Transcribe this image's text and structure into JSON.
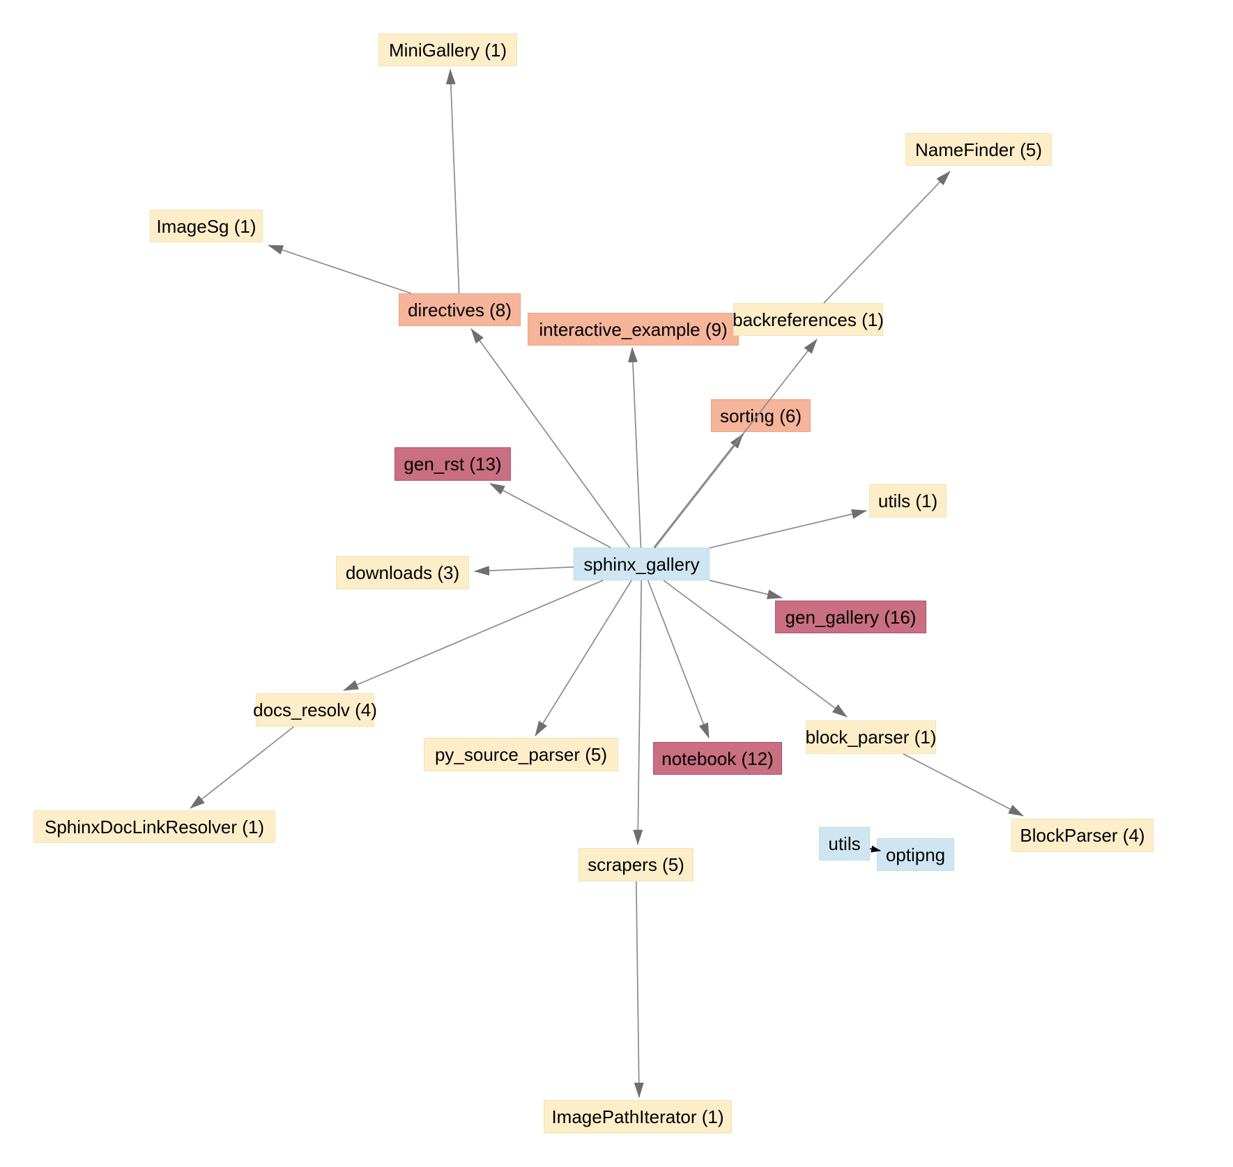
{
  "diagram": {
    "type": "dependency-graph",
    "background": "#ffffff",
    "edge_color": "#8b8b8b",
    "arrow_color": "#6f6f6f",
    "black_arrow_color": "#000000",
    "node_text_color": "#000000",
    "node_styles": {
      "blue": {
        "fill": "#cfe6f2",
        "border": "#bedbe9"
      },
      "cream": {
        "fill": "#fdeeca",
        "border": "#f4e2b0"
      },
      "salmon": {
        "fill": "#f6b49a",
        "border": "#eda183"
      },
      "maroon": {
        "fill": "#c96f81",
        "border": "#ae5068"
      }
    },
    "nodes": [
      {
        "id": "sphinx_gallery",
        "label": "sphinx_gallery",
        "style": "blue"
      },
      {
        "id": "mini_gallery",
        "label": "MiniGallery (1)",
        "style": "cream"
      },
      {
        "id": "image_sg",
        "label": "ImageSg (1)",
        "style": "cream"
      },
      {
        "id": "directives",
        "label": "directives (8)",
        "style": "salmon"
      },
      {
        "id": "interactive_example",
        "label": "interactive_example (9)",
        "style": "salmon"
      },
      {
        "id": "backreferences",
        "label": "backreferences (1)",
        "style": "cream"
      },
      {
        "id": "name_finder",
        "label": "NameFinder (5)",
        "style": "cream"
      },
      {
        "id": "sorting",
        "label": "sorting (6)",
        "style": "salmon"
      },
      {
        "id": "utils_1",
        "label": "utils (1)",
        "style": "cream"
      },
      {
        "id": "gen_rst",
        "label": "gen_rst (13)",
        "style": "maroon"
      },
      {
        "id": "downloads",
        "label": "downloads (3)",
        "style": "cream"
      },
      {
        "id": "gen_gallery",
        "label": "gen_gallery (16)",
        "style": "maroon"
      },
      {
        "id": "docs_resolv",
        "label": "docs_resolv (4)",
        "style": "cream"
      },
      {
        "id": "sphinx_doc_link_resolver",
        "label": "SphinxDocLinkResolver (1)",
        "style": "cream"
      },
      {
        "id": "py_source_parser",
        "label": "py_source_parser (5)",
        "style": "cream"
      },
      {
        "id": "notebook",
        "label": "notebook (12)",
        "style": "maroon"
      },
      {
        "id": "block_parser",
        "label": "block_parser (1)",
        "style": "cream"
      },
      {
        "id": "block_parser_class",
        "label": "BlockParser (4)",
        "style": "cream"
      },
      {
        "id": "utils",
        "label": "utils",
        "style": "blue"
      },
      {
        "id": "optipng",
        "label": "optipng",
        "style": "blue"
      },
      {
        "id": "scrapers",
        "label": "scrapers (5)",
        "style": "cream"
      },
      {
        "id": "image_path_iterator",
        "label": "ImagePathIterator (1)",
        "style": "cream"
      }
    ],
    "edges": [
      {
        "from": "sphinx_gallery",
        "to": "directives"
      },
      {
        "from": "sphinx_gallery",
        "to": "interactive_example"
      },
      {
        "from": "sphinx_gallery",
        "to": "sorting",
        "thick": true
      },
      {
        "from": "sphinx_gallery",
        "to": "backreferences"
      },
      {
        "from": "sphinx_gallery",
        "to": "utils_1"
      },
      {
        "from": "sphinx_gallery",
        "to": "gen_gallery"
      },
      {
        "from": "sphinx_gallery",
        "to": "gen_rst"
      },
      {
        "from": "sphinx_gallery",
        "to": "downloads"
      },
      {
        "from": "sphinx_gallery",
        "to": "docs_resolv"
      },
      {
        "from": "sphinx_gallery",
        "to": "py_source_parser"
      },
      {
        "from": "sphinx_gallery",
        "to": "scrapers"
      },
      {
        "from": "sphinx_gallery",
        "to": "notebook"
      },
      {
        "from": "sphinx_gallery",
        "to": "block_parser"
      },
      {
        "from": "directives",
        "to": "mini_gallery"
      },
      {
        "from": "directives",
        "to": "image_sg"
      },
      {
        "from": "backreferences",
        "to": "name_finder"
      },
      {
        "from": "docs_resolv",
        "to": "sphinx_doc_link_resolver"
      },
      {
        "from": "block_parser",
        "to": "block_parser_class"
      },
      {
        "from": "scrapers",
        "to": "image_path_iterator"
      },
      {
        "from": "utils",
        "to": "optipng",
        "black": true
      }
    ]
  }
}
